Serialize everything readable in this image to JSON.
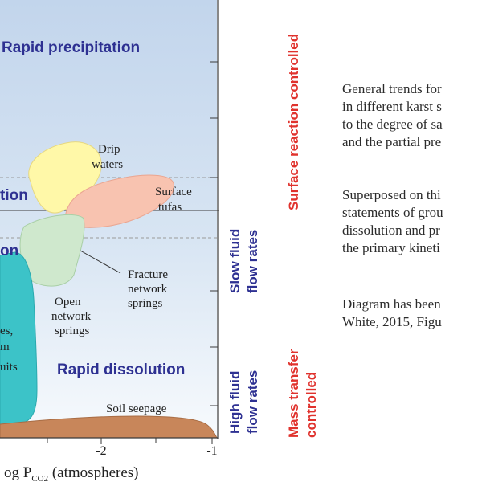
{
  "diagram": {
    "zones": {
      "precipitation": "Rapid precipitation",
      "cut_upper": "tion",
      "cut_middle": "on",
      "dissolution": "Rapid dissolution"
    },
    "regions": {
      "drip_waters": [
        "Drip",
        "waters"
      ],
      "surface_tufas": [
        "Surface",
        "tufas"
      ],
      "fracture_springs": [
        "Fracture",
        "network",
        "springs"
      ],
      "open_springs": [
        "Open",
        "network",
        "springs"
      ],
      "conduit_partial": [
        "es,",
        "m",
        "uits"
      ],
      "soil_seepage": "Soil seepage"
    },
    "x_axis": {
      "label_main": "og P",
      "label_sub": "CO2",
      "label_tail": " (atmospheres)",
      "ticks": [
        "-2",
        "-1"
      ]
    },
    "side_labels": {
      "slow_flow": [
        "Slow fluid",
        "flow rates"
      ],
      "high_flow": [
        "High fluid",
        "flow rates"
      ],
      "surface_controlled": "Surface reaction controlled",
      "mass_transfer": [
        "Mass transfer",
        "controlled"
      ]
    },
    "colors": {
      "navy": "#2e3192",
      "red": "#e0322d",
      "drip_fill": "#fff8a8",
      "tufa_fill": "#f8c3b0",
      "fracture_fill": "#cfe8cd",
      "conduit_fill": "#3cc3c8",
      "soil_fill": "#c8865a"
    }
  },
  "caption": {
    "para1": [
      "General trends for",
      "in different karst s",
      "to the degree of sa",
      "and the partial pre"
    ],
    "para2": [
      "Superposed on thi",
      "statements of grou",
      "dissolution and pr",
      "the primary kineti"
    ],
    "para3": [
      "Diagram has been",
      "White, 2015, Figu"
    ]
  }
}
